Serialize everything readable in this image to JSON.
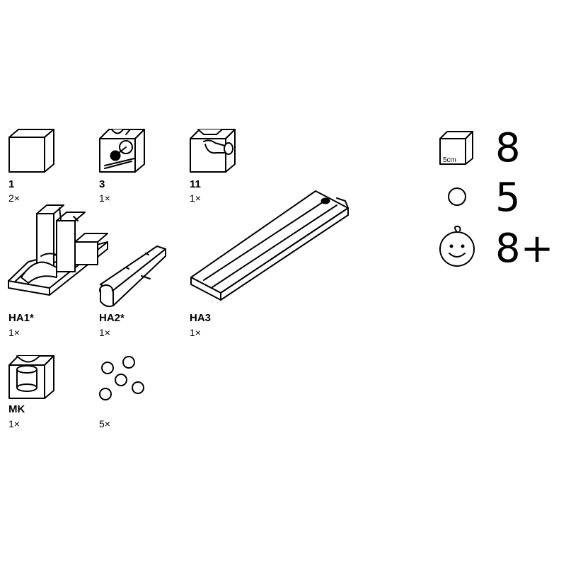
{
  "parts": [
    {
      "code": "1",
      "qty": "2×",
      "icon": "cube-icon"
    },
    {
      "code": "3",
      "qty": "1×",
      "icon": "cube-ball-groove-icon"
    },
    {
      "code": "11",
      "qty": "1×",
      "icon": "cube-tunnel-icon"
    },
    {
      "code": "HA1*",
      "qty": "1×",
      "icon": "tall-stand-icon"
    },
    {
      "code": "HA2*",
      "qty": "1×",
      "icon": "short-rail-icon"
    },
    {
      "code": "HA3",
      "qty": "1×",
      "icon": "long-rail-icon"
    },
    {
      "code": "MK",
      "qty": "1×",
      "icon": "cube-cylinder-icon"
    },
    {
      "code": "",
      "qty": "5×",
      "icon": "marbles-icon"
    }
  ],
  "summary": {
    "cube_size_label": "5cm",
    "cube_count": "8",
    "ball_count": "5",
    "age": "8+"
  }
}
